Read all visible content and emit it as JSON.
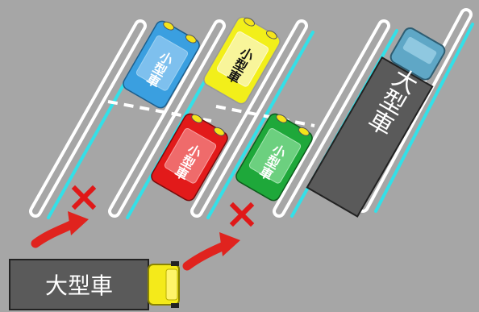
{
  "labels": {
    "small_car": "小型車",
    "large_truck": "大型車"
  },
  "colors": {
    "pavement": "#a6a6a6",
    "lane_white": "#ffffff",
    "lane_cyan": "#33e0e8",
    "car_blue": "#3a9fe0",
    "car_yellow": "#f2ef1a",
    "car_red": "#e21a1a",
    "car_green": "#1ea83a",
    "truck_body": "#5a5a5a",
    "truck_cab_parked": "#5fa7c6",
    "truck_cab_moving": "#f4ea1a",
    "arrow_red": "#e0231e",
    "cross_red": "#e01818"
  },
  "vehicles": [
    {
      "id": "car-blue",
      "type": "small_car",
      "color": "car_blue",
      "label": "小型車"
    },
    {
      "id": "car-yellow",
      "type": "small_car",
      "color": "car_yellow",
      "label": "小型車"
    },
    {
      "id": "car-red",
      "type": "small_car",
      "color": "car_red",
      "label": "小型車"
    },
    {
      "id": "car-green",
      "type": "small_car",
      "color": "car_green",
      "label": "小型車"
    },
    {
      "id": "truck-parked",
      "type": "large_truck",
      "label": "大型車"
    },
    {
      "id": "truck-moving",
      "type": "large_truck",
      "label": "大型車"
    }
  ],
  "markers": [
    {
      "id": "blocked-entry-1",
      "icon": "cross-icon"
    },
    {
      "id": "blocked-entry-2",
      "icon": "cross-icon"
    },
    {
      "id": "turn-arrow-1",
      "icon": "curved-arrow-icon"
    },
    {
      "id": "turn-arrow-2",
      "icon": "curved-arrow-icon"
    }
  ]
}
